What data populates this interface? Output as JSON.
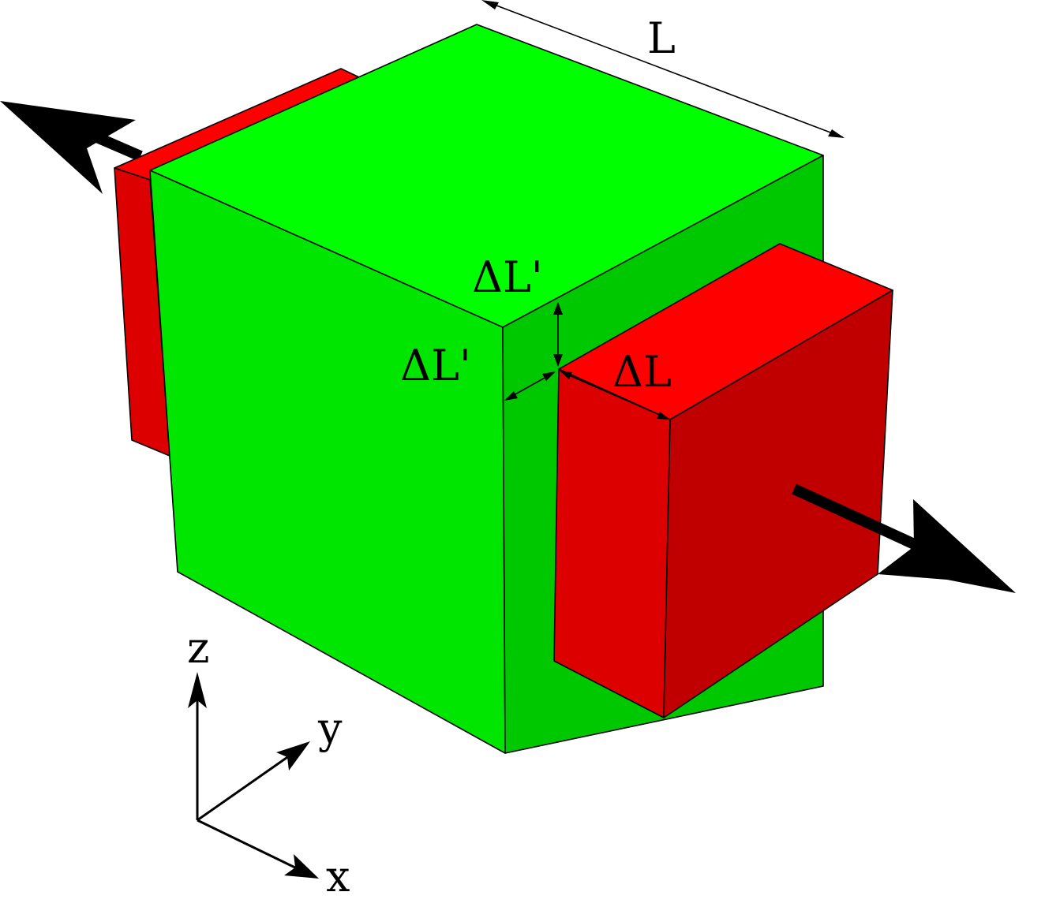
{
  "labels": {
    "length": "L",
    "delta_length": "ΔL",
    "delta_length_transverse_top": "ΔL'",
    "delta_length_transverse_side": "ΔL'"
  },
  "axes": {
    "x": "x",
    "y": "y",
    "z": "z"
  },
  "colors": {
    "cube_top": "#00ff00",
    "cube_front": "#00e600",
    "cube_side": "#00c800",
    "block_top": "#ff0000",
    "block_front": "#dd0000",
    "block_side": "#c00000",
    "arrow": "#000000"
  }
}
